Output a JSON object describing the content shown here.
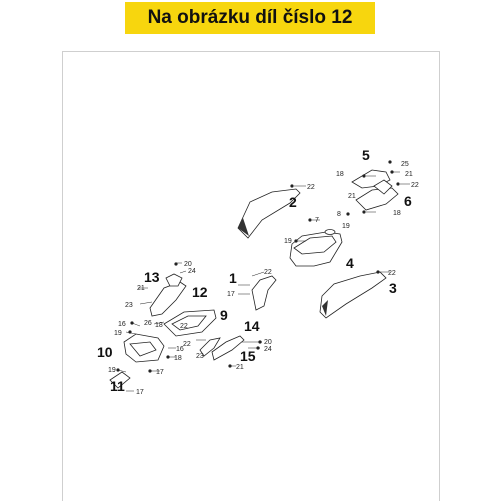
{
  "header": {
    "title": "Na obrázku díl číslo 12"
  },
  "callouts": {
    "c1": "1",
    "c2": "2",
    "c3": "3",
    "c4": "4",
    "c5": "5",
    "c6": "6",
    "c9": "9",
    "c10": "10",
    "c11": "11",
    "c12": "12",
    "c13": "13",
    "c14": "14",
    "c15": "15",
    "c16": "16",
    "c16b": "16",
    "c17": "17",
    "c17b": "17",
    "c17c": "17",
    "c18": "18",
    "c18b": "18",
    "c18c": "18",
    "c19": "19",
    "c19b": "19",
    "c19c": "19",
    "c20": "20",
    "c20b": "20",
    "c21": "21",
    "c21b": "21",
    "c21c": "21",
    "c21d": "21",
    "c22": "22",
    "c22b": "22",
    "c22c": "22",
    "c22d": "22",
    "c22e": "22",
    "c23": "23",
    "c23b": "23",
    "c24": "24",
    "c24b": "24",
    "c25": "25",
    "c26": "26",
    "c8": "8",
    "c7": "7"
  }
}
